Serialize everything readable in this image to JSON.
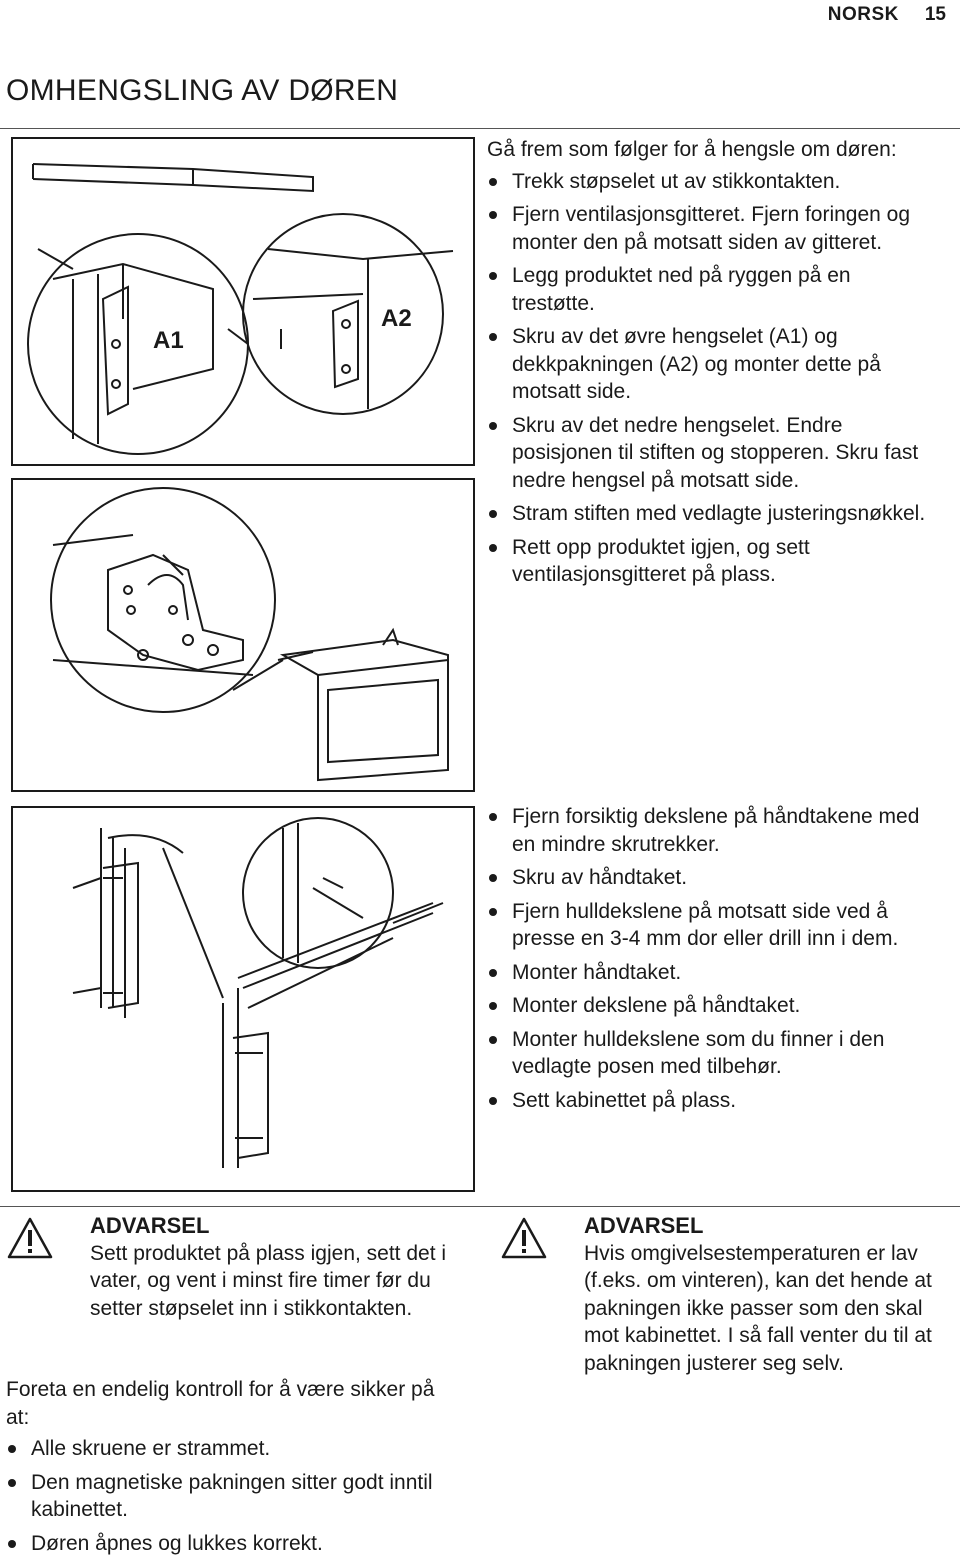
{
  "header": {
    "language": "NORSK",
    "page_number": "15"
  },
  "section_title": "OMHENGSLING AV DØREN",
  "figure1": {
    "label_a1": "A1",
    "label_a2": "A2"
  },
  "block1": {
    "intro": "Gå frem som følger for å hengsle om døren:",
    "steps": [
      "Trekk støpselet ut av stikkontakten.",
      "Fjern ventilasjonsgitteret. Fjern foringen og monter den på motsatt siden av gitteret.",
      "Legg produktet ned på ryggen på en trestøtte.",
      "Skru av det øvre hengselet (A1) og dekkpakningen (A2) og monter dette på motsatt side.",
      "Skru av det nedre hengselet. Endre posisjonen til stiften og stopperen. Skru fast nedre hengsel på motsatt side.",
      "Stram stiften med vedlagte justeringsnøkkel.",
      "Rett opp produktet igjen, og sett ventilasjonsgitteret på plass."
    ]
  },
  "block2": {
    "steps": [
      "Fjern forsiktig dekslene på håndtakene med en mindre skrutrekker.",
      "Skru av håndtaket.",
      "Fjern hulldekslene på motsatt side ved å presse en 3-4 mm dor eller drill inn i dem.",
      "Monter håndtaket.",
      "Monter dekslene på håndtaket.",
      "Monter hulldekslene som du finner i den vedlagte posen med tilbehør.",
      "Sett kabinettet på plass."
    ]
  },
  "warning_left": {
    "title": "ADVARSEL",
    "text": "Sett produktet på plass igjen, sett det i vater, og vent i minst fire timer før du setter støpselet inn i stikkontakten."
  },
  "warning_right": {
    "title": "ADVARSEL",
    "text": "Hvis omgivelsestemperaturen er lav (f.eks. om vinteren), kan det hende at pakningen ikke passer som den skal mot kabinettet. I så fall venter du til at pakningen justerer seg selv."
  },
  "final_check": {
    "intro": "Foreta en endelig kontroll for å være sikker på at:",
    "items": [
      "Alle skruene er strammet.",
      "Den magnetiske pakningen sitter godt inntil kabinettet.",
      "Døren åpnes og lukkes korrekt."
    ]
  }
}
